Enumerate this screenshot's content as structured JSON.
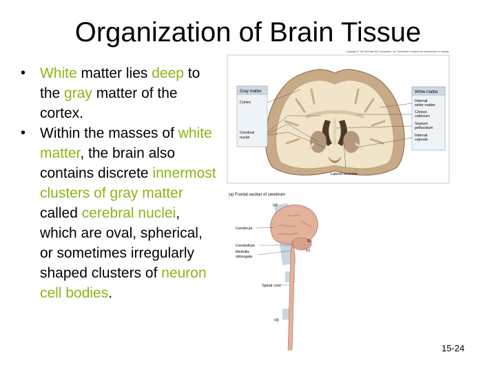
{
  "slide": {
    "title": "Organization of Brain Tissue",
    "page_number": "15-24"
  },
  "bullets": [
    [
      {
        "t": "White",
        "hl": true
      },
      {
        "t": " matter lies ",
        "hl": false
      },
      {
        "t": "deep",
        "hl": true
      },
      {
        "t": " to the ",
        "hl": false
      },
      {
        "t": "gray",
        "hl": true
      },
      {
        "t": " matter of the cortex.",
        "hl": false
      }
    ],
    [
      {
        "t": "Within the masses of ",
        "hl": false
      },
      {
        "t": "white matter",
        "hl": true
      },
      {
        "t": ", the brain also contains discrete ",
        "hl": false
      },
      {
        "t": "innermost clusters of gray matter",
        "hl": true
      },
      {
        "t": " called ",
        "hl": false
      },
      {
        "t": "cerebral nuclei",
        "hl": true
      },
      {
        "t": ", which are oval, spherical, or sometimes irregularly shaped clusters of ",
        "hl": false
      },
      {
        "t": "neuron cell bodies",
        "hl": true
      },
      {
        "t": ".",
        "hl": false
      }
    ]
  ],
  "colors": {
    "highlight": "#8cb414"
  },
  "figure": {
    "copyright": "Copyright © The McGraw-Hill Companies, Inc. Permission required for reproduction or display.",
    "gray_matter": {
      "header": "Gray matter",
      "cortex": "Cortex",
      "cerebral": "Cerebral",
      "nuclei": "nuclei"
    },
    "white_matter": {
      "header": "White matter",
      "internal_1": "Internal",
      "internal_2": "white matter",
      "corpus_1": "Corpus",
      "corpus_2": "callosum",
      "septum_1": "Septum",
      "septum_2": "pellucidum",
      "capsule_1": "Internal",
      "capsule_2": "capsule"
    },
    "lateral_ventricle": "Lateral ventricle",
    "caption_a": "(a) Frontal section of cerebrum",
    "marker_a": "(a)",
    "marker_b": "(b)",
    "marker_c": "(c)",
    "marker_d": "(d)",
    "cerebrum": "Cerebrum",
    "cerebellum": "Cerebellum",
    "medulla_1": "Medulla",
    "medulla_2": "oblongata",
    "spinal_cord": "Spinal cord"
  }
}
